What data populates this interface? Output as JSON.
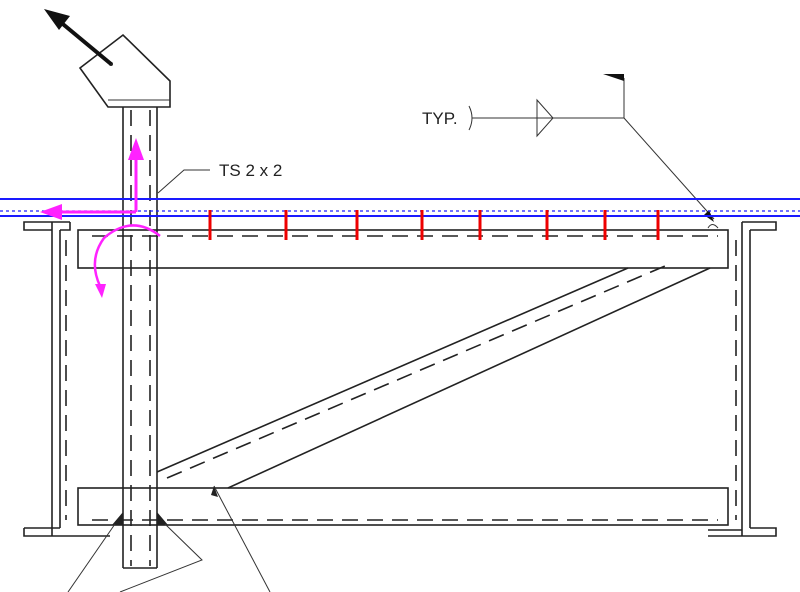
{
  "labels": {
    "tube_callout": "TS 2 x 2",
    "weld_note": "TYP."
  },
  "annotation_colors": {
    "reference_line": "#1a1aff",
    "arrow": "#ff22ff",
    "tick_mark": "#ee0000",
    "linework": "#222222"
  },
  "tick_mark_count": 8
}
